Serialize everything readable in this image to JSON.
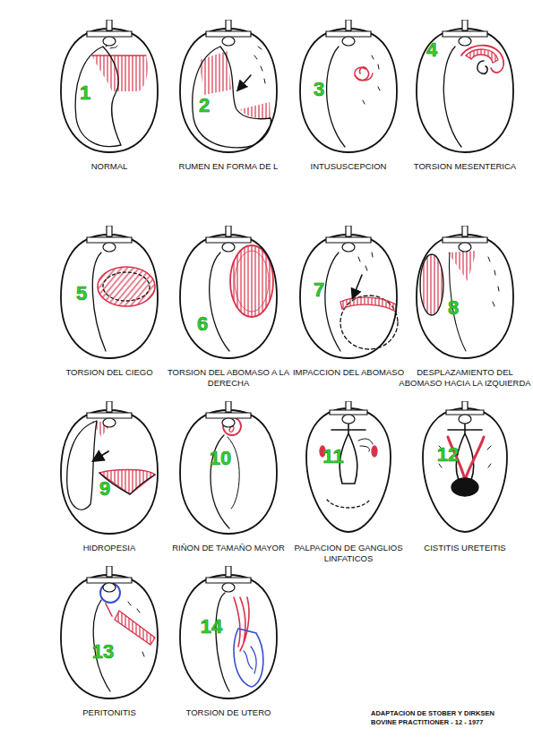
{
  "diagram": {
    "nodes": [
      {
        "text": [
          "1",
          "NORMAL"
        ]
      },
      {
        "text": [
          "2",
          "RUMEN EN FORMA DE L"
        ]
      },
      {
        "text": [
          "3",
          "INTUSUSCEPCION"
        ]
      },
      {
        "text": [
          "4",
          "TORSION MESENTERICA"
        ]
      },
      {
        "text": [
          "5",
          "TORSION DEL CIEGO"
        ]
      },
      {
        "text": [
          "6",
          "TORSION DEL ABOMASO A LA DERECHA"
        ]
      },
      {
        "text": [
          "7",
          "IMPACCION DEL ABOMASO"
        ]
      },
      {
        "text": [
          "8",
          "DESPLAZAMIENTO DEL ABOMASO HACIA LA IZQUIERDA"
        ]
      },
      {
        "text": [
          "9",
          "HIDROPESIA"
        ]
      },
      {
        "text": [
          "10",
          "RIÑON DE TAMAÑO MAYOR"
        ]
      },
      {
        "text": [
          "11",
          "PALPACION DE GANGLIOS LINFATICOS"
        ]
      },
      {
        "text": [
          "12",
          "CISTITIS URETEITIS"
        ]
      },
      {
        "text": [
          "13",
          "PERITONITIS"
        ]
      },
      {
        "text": [
          "14",
          "TORSION DE UTERO"
        ]
      }
    ],
    "labels": [
      "ADAPTACION DE STOBER Y DIRKSEN BOVINE PRACTITIONER - 12 - 1977"
    ]
  }
}
